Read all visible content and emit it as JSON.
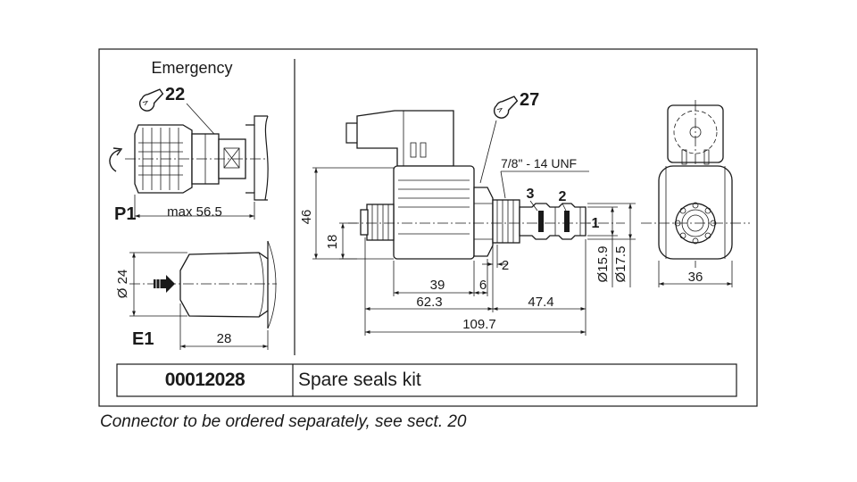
{
  "labels": {
    "emergency": "Emergency",
    "wrench_left": "22",
    "wrench_right": "27",
    "p1": "P1",
    "e1": "E1",
    "thread": "7/8\" - 14  UNF",
    "port3": "3",
    "port2": "2",
    "port1": "1"
  },
  "dimensions": {
    "max": "max 56.5",
    "dia24": "Ø 24",
    "d28": "28",
    "d46": "46",
    "d18": "18",
    "d39": "39",
    "d6": "6",
    "d2": "2",
    "d62": "62.3",
    "d47": "47.4",
    "d109": "109.7",
    "dia159": "Ø15.9",
    "dia175": "Ø17.5",
    "d36": "36"
  },
  "table": {
    "code": "00012028",
    "description": "Spare seals kit"
  },
  "footnote": "Connector to be ordered separately,  see sect. 20"
}
